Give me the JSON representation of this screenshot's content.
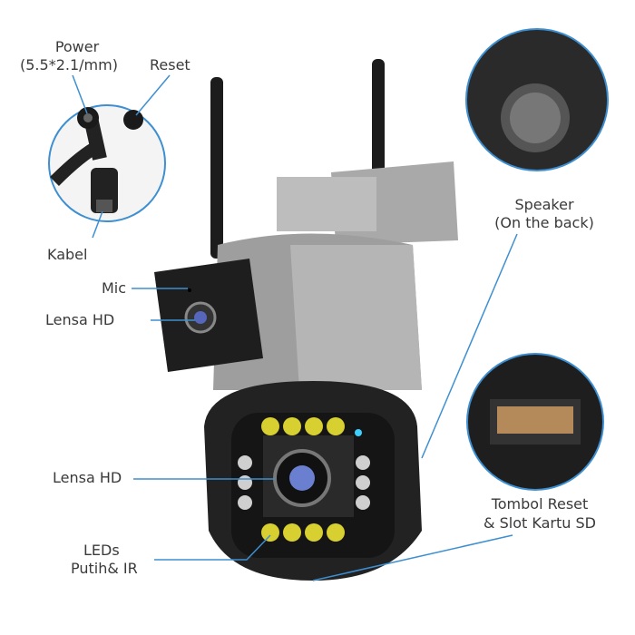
{
  "labels": {
    "power": "Power",
    "power_spec": "(5.5*2.1/mm)",
    "reset": "Reset",
    "kabel": "Kabel",
    "mic": "Mic",
    "lensa_top": "Lensa HD",
    "lensa_bottom": "Lensa HD",
    "speaker": "Speaker",
    "speaker_note": "(On the back)",
    "tombol_reset": "Tombol Reset",
    "slot_sd": "& Slot Kartu SD",
    "leds": "LEDs",
    "leds_type": "Putih& IR"
  },
  "colors": {
    "accent": "#3d8fd1",
    "text": "#3a3a3a"
  }
}
